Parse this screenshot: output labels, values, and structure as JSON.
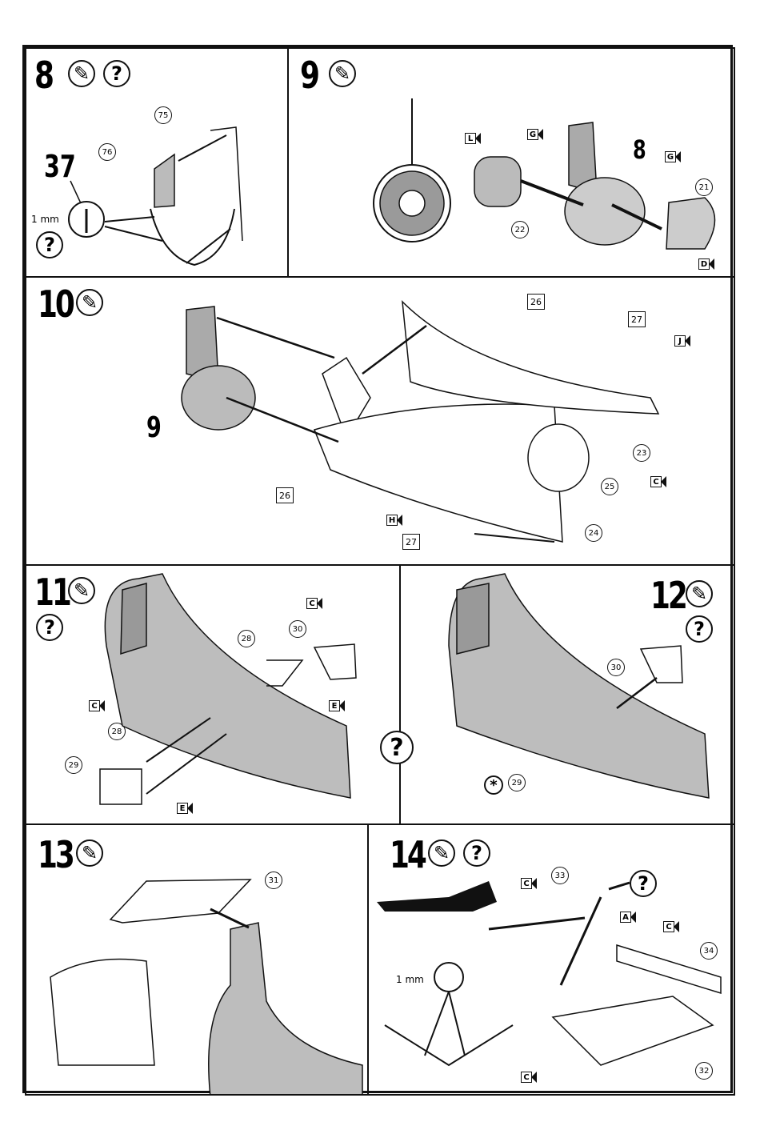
{
  "steps": {
    "s8": {
      "number": "8",
      "callouts": [
        "75",
        "76"
      ],
      "badge": "37",
      "size": "1 mm"
    },
    "s9": {
      "number": "9",
      "callouts": [
        "22",
        "21"
      ],
      "labels": [
        "L",
        "G",
        "G",
        "D"
      ],
      "part_ref": "8"
    },
    "s10": {
      "number": "10",
      "part_ref": "9",
      "callouts": [
        "23",
        "24",
        "25"
      ],
      "boxes": [
        "26",
        "27",
        "26",
        "27"
      ],
      "labels": [
        "J",
        "C",
        "H"
      ]
    },
    "s11": {
      "number": "11",
      "callouts": [
        "28",
        "30",
        "28",
        "29"
      ],
      "labels": [
        "C",
        "E",
        "C",
        "E"
      ]
    },
    "s12": {
      "number": "12",
      "callouts": [
        "30",
        "29"
      ]
    },
    "s13": {
      "number": "13",
      "callouts": [
        "31"
      ]
    },
    "s14": {
      "number": "14",
      "callouts": [
        "33",
        "34",
        "32"
      ],
      "labels": [
        "C",
        "A",
        "C",
        "C"
      ],
      "size": "1 mm"
    }
  },
  "icons": {
    "glue": "glue-icon",
    "question": "?",
    "asterisk": "*"
  }
}
